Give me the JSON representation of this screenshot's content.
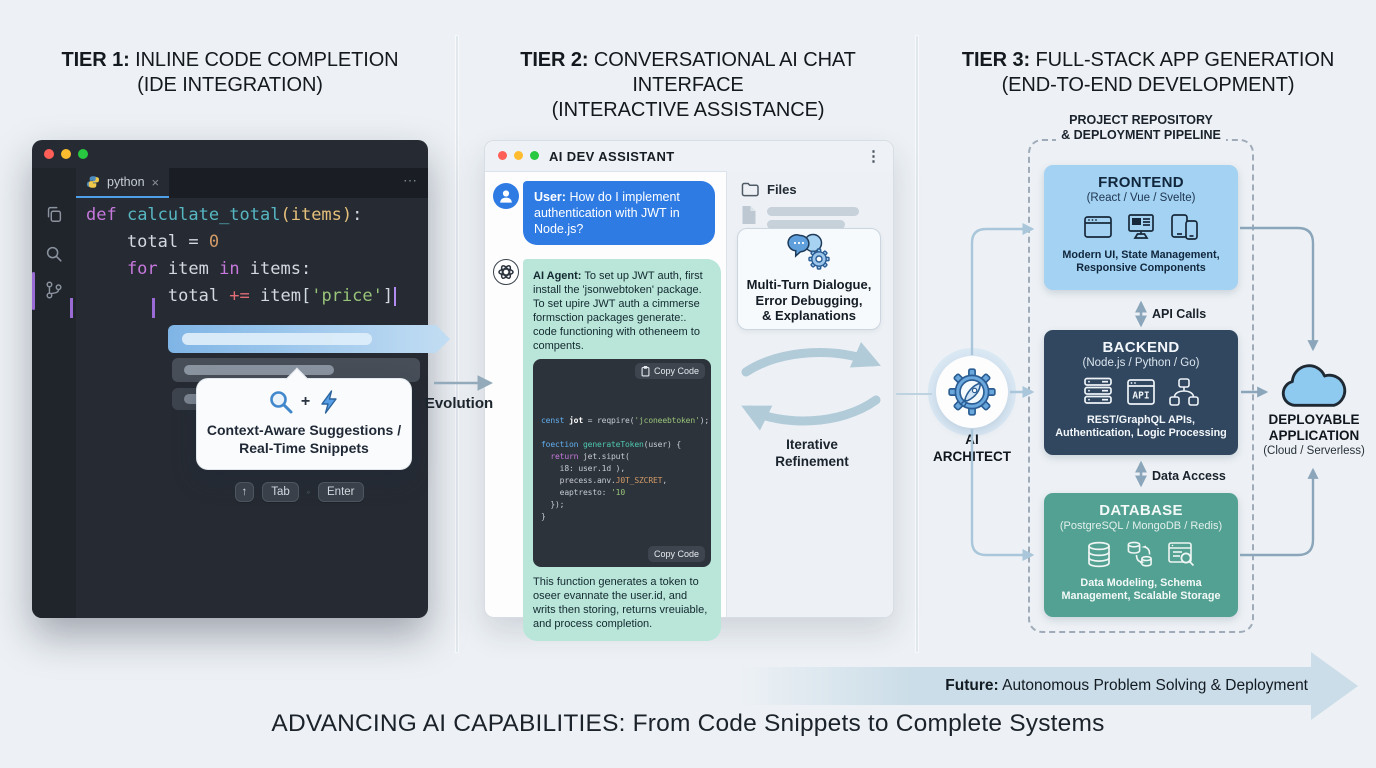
{
  "colors": {
    "user_bubble": "#2e7be4",
    "ai_bubble": "#b9e6d9",
    "frontend_box": "#a4d2f2",
    "backend_box": "#31475f",
    "database_box": "#53a193",
    "editor_bg": "#262b33",
    "code_block_bg": "#2d333b",
    "future_band": "#cbdde8"
  },
  "tier1": {
    "title_bold": "TIER 1:",
    "title_rest": " INLINE CODE COMPLETION",
    "subtitle": "(IDE INTEGRATION)",
    "evolution": "Evolution",
    "editor": {
      "tab_label": "python",
      "tab_close": "×",
      "overflow": "⋯",
      "code": [
        {
          "tokens": [
            [
              "def ",
              "kw"
            ],
            [
              "calculate_total",
              "fn"
            ],
            [
              "(items)",
              "arg"
            ],
            [
              ":",
              "tx"
            ]
          ]
        },
        {
          "tokens": [
            [
              "    total = ",
              "tx"
            ],
            [
              "0",
              "num"
            ]
          ]
        },
        {
          "tokens": [
            [
              "    for ",
              "kw"
            ],
            [
              "item ",
              "tx"
            ],
            [
              "in ",
              "kw"
            ],
            [
              "items:",
              "tx"
            ]
          ]
        },
        {
          "tokens": [
            [
              "        total ",
              "tx"
            ],
            [
              "+= ",
              "op"
            ],
            [
              "item[",
              "tx"
            ],
            [
              "'price'",
              "str"
            ],
            [
              "]",
              "tx"
            ]
          ],
          "cursor": true
        }
      ],
      "tooltip_plus": "+",
      "tooltip_line1": "Context-Aware Suggestions /",
      "tooltip_line2": "Real-Time Snippets",
      "keys": [
        "↑",
        "Tab",
        "Enter"
      ],
      "key_sep": "◦"
    }
  },
  "tier2": {
    "title_bold": "TIER 2:",
    "title_rest": " CONVERSATIONAL AI CHAT INTERFACE",
    "subtitle": "(INTERACTIVE ASSISTANCE)",
    "window_title": "AI DEV ASSISTANT",
    "menu_icon": "⋮",
    "user_label": "User:",
    "user_message": " How do I implement authentication with JWT in Node.js?",
    "ai_label": "AI Agent:",
    "ai_message": " To set up JWT auth, first install the 'jsonwebtoken' package. To set upire JWT auth a cimmerse formsction packages generate:. code functioning with otheneem to compents.",
    "copy_code": "Copy Code",
    "code": [
      {
        "tokens": [
          [
            "censt ",
            "kw"
          ],
          [
            "jot ",
            "bold"
          ],
          [
            "= reqpire(",
            "tx"
          ],
          [
            "'jconeebtoken'",
            "str"
          ],
          [
            ");",
            "tx"
          ]
        ]
      },
      {
        "tokens": []
      },
      {
        "tokens": [
          [
            "foection ",
            "kw"
          ],
          [
            "generateToken",
            "fn"
          ],
          [
            "(user) {",
            "tx"
          ]
        ]
      },
      {
        "tokens": [
          [
            "  return ",
            "kw2"
          ],
          [
            "jet.siput(",
            "tx"
          ]
        ]
      },
      {
        "tokens": [
          [
            "    i8: user.1d ),",
            "tx"
          ]
        ]
      },
      {
        "tokens": [
          [
            "    precess.anv.",
            "tx"
          ],
          [
            "J0T_SZCRET",
            "var"
          ],
          [
            ",",
            "tx"
          ]
        ]
      },
      {
        "tokens": [
          [
            "    eaptresto: ",
            "tx"
          ],
          [
            "'10",
            "str"
          ]
        ]
      },
      {
        "tokens": [
          [
            "  });",
            "tx"
          ]
        ]
      },
      {
        "tokens": [
          [
            "}",
            "tx"
          ]
        ]
      }
    ],
    "ai_message_2": "This function generates a token to oseer evannate the user.id, and writs then storing, returns vreuiable, and process completion.",
    "files_label": "Files",
    "card_line1": "Multi-Turn Dialogue,",
    "card_line2": "Error Debugging,",
    "card_line3": "& Explanations",
    "iterative_line1": "Iterative",
    "iterative_line2": "Refinement"
  },
  "tier3": {
    "title_bold": "TIER 3:",
    "title_rest": " FULL-STACK APP GENERATION",
    "subtitle": "(END-TO-END DEVELOPMENT)",
    "pipeline_line1": "PROJECT REPOSITORY",
    "pipeline_line2": "& DEPLOYMENT PIPELINE",
    "frontend": {
      "name": "FRONTEND",
      "stack": "(React / Vue / Svelte)",
      "caption_line1": "Modern UI, State Management,",
      "caption_line2": "Responsive Components"
    },
    "api_calls": "API Calls",
    "backend": {
      "name": "BACKEND",
      "stack": "(Node.js / Python / Go)",
      "api_badge": "API",
      "caption_line1": "REST/GraphQL APIs,",
      "caption_line2": "Authentication, Logic Processing"
    },
    "data_access": "Data Access",
    "database": {
      "name": "DATABASE",
      "stack": "(PostgreSQL / MongoDB / Redis)",
      "caption_line1": "Data Modeling, Schema",
      "caption_line2": "Management, Scalable Storage"
    },
    "architect_line1": "AI",
    "architect_line2": "ARCHITECT",
    "cloud_line1": "DEPLOYABLE",
    "cloud_line2": "APPLICATION",
    "cloud_line3": "(Cloud / Serverless)"
  },
  "bottom": {
    "future_bold": "Future:",
    "future_rest": " Autonomous Problem Solving & Deployment",
    "footer_title": "ADVANCING AI CAPABILITIES: From Code Snippets to Complete Systems"
  }
}
